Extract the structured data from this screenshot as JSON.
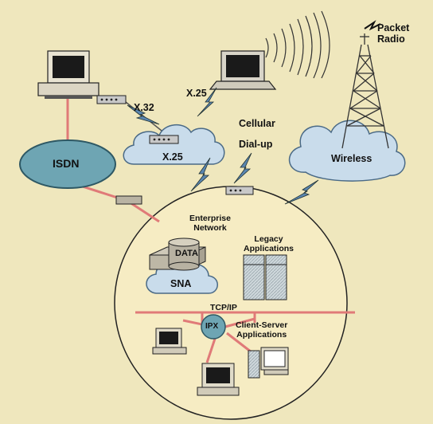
{
  "labels": {
    "packet_radio": "Packet\nRadio",
    "x25_top": "X.25",
    "x32": "X.32",
    "cellular": "Cellular",
    "dialup": "Dial-up",
    "isdn": "ISDN",
    "x25_cloud": "X.25",
    "wireless": "Wireless",
    "enterprise_network": "Enterprise\nNetwork",
    "legacy_applications": "Legacy\nApplications",
    "data": "DATA",
    "sna": "SNA",
    "tcpip": "TCP/IP",
    "ipx": "IPX",
    "client_server": "Client-Server\nApplications"
  },
  "colors": {
    "background": "#efe7bd",
    "link": "#e07a78",
    "cloud": "#c9dceb",
    "isdn_fill": "#6ea5b3",
    "circle": "#f6ecc3",
    "bolt": "#5a86b0"
  }
}
